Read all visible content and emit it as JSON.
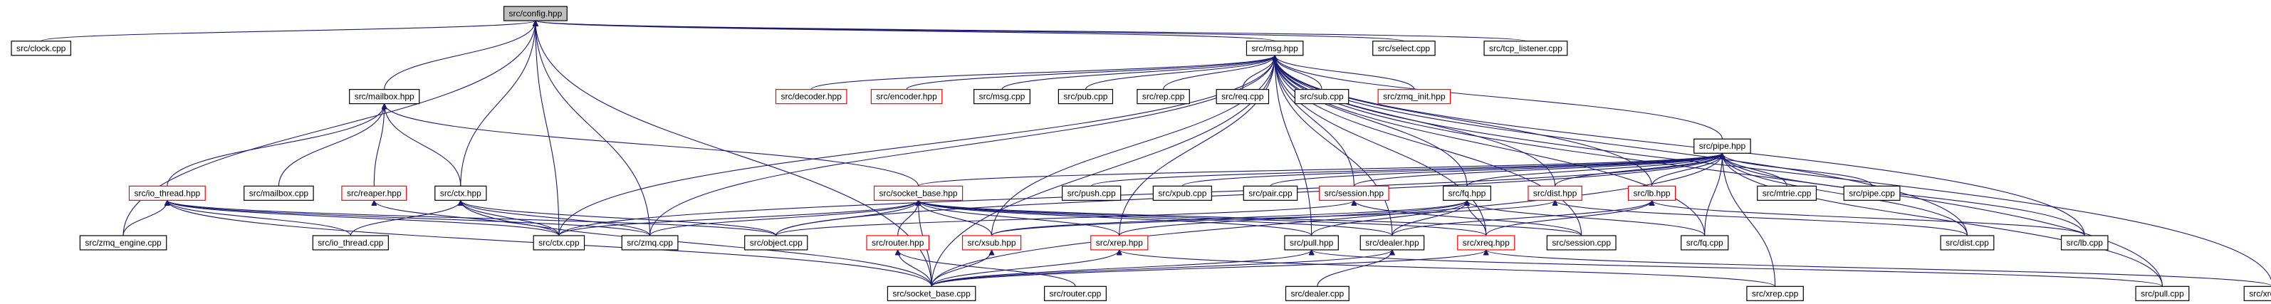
{
  "nodes": [
    {
      "id": "config",
      "label": "src/config.hpp",
      "root": true
    },
    {
      "id": "clock",
      "label": "src/clock.cpp"
    },
    {
      "id": "msg",
      "label": "src/msg.hpp"
    },
    {
      "id": "select",
      "label": "src/select.cpp"
    },
    {
      "id": "tcp_listener",
      "label": "src/tcp_listener.cpp"
    },
    {
      "id": "mailbox_hpp",
      "label": "src/mailbox.hpp"
    },
    {
      "id": "decoder_hpp",
      "label": "src/decoder.hpp",
      "red": true
    },
    {
      "id": "encoder_hpp",
      "label": "src/encoder.hpp",
      "red": true
    },
    {
      "id": "msg_cpp",
      "label": "src/msg.cpp"
    },
    {
      "id": "pub_cpp",
      "label": "src/pub.cpp"
    },
    {
      "id": "rep_cpp",
      "label": "src/rep.cpp"
    },
    {
      "id": "req_cpp",
      "label": "src/req.cpp"
    },
    {
      "id": "sub_cpp",
      "label": "src/sub.cpp"
    },
    {
      "id": "zmq_init",
      "label": "src/zmq_init.hpp",
      "red": true
    },
    {
      "id": "pipe_hpp",
      "label": "src/pipe.hpp"
    },
    {
      "id": "io_thread_hpp",
      "label": "src/io_thread.hpp",
      "red": true
    },
    {
      "id": "mailbox_cpp",
      "label": "src/mailbox.cpp"
    },
    {
      "id": "reaper_hpp",
      "label": "src/reaper.hpp",
      "red": true
    },
    {
      "id": "ctx_hpp",
      "label": "src/ctx.hpp"
    },
    {
      "id": "socket_base_hpp",
      "label": "src/socket_base.hpp",
      "red": true
    },
    {
      "id": "push_cpp",
      "label": "src/push.cpp"
    },
    {
      "id": "xpub_cpp",
      "label": "src/xpub.cpp"
    },
    {
      "id": "pair_cpp",
      "label": "src/pair.cpp"
    },
    {
      "id": "session_hpp",
      "label": "src/session.hpp",
      "red": true
    },
    {
      "id": "fq_hpp",
      "label": "src/fq.hpp"
    },
    {
      "id": "dist_hpp",
      "label": "src/dist.hpp",
      "red": true
    },
    {
      "id": "lb_hpp",
      "label": "src/lb.hpp",
      "red": true
    },
    {
      "id": "mtrie_cpp",
      "label": "src/mtrie.cpp"
    },
    {
      "id": "pipe_cpp",
      "label": "src/pipe.cpp"
    },
    {
      "id": "zmq_engine",
      "label": "src/zmq_engine.cpp"
    },
    {
      "id": "io_thread_cpp",
      "label": "src/io_thread.cpp"
    },
    {
      "id": "ctx_cpp",
      "label": "src/ctx.cpp"
    },
    {
      "id": "zmq_cpp",
      "label": "src/zmq.cpp"
    },
    {
      "id": "object_cpp",
      "label": "src/object.cpp"
    },
    {
      "id": "router_hpp",
      "label": "src/router.hpp",
      "red": true
    },
    {
      "id": "xsub_hpp",
      "label": "src/xsub.hpp",
      "red": true
    },
    {
      "id": "xrep_hpp",
      "label": "src/xrep.hpp",
      "red": true
    },
    {
      "id": "pull_hpp",
      "label": "src/pull.hpp"
    },
    {
      "id": "dealer_hpp",
      "label": "src/dealer.hpp"
    },
    {
      "id": "xreq_hpp",
      "label": "src/xreq.hpp",
      "red": true
    },
    {
      "id": "session_cpp",
      "label": "src/session.cpp"
    },
    {
      "id": "fq_cpp",
      "label": "src/fq.cpp"
    },
    {
      "id": "dist_cpp",
      "label": "src/dist.cpp"
    },
    {
      "id": "lb_cpp",
      "label": "src/lb.cpp"
    },
    {
      "id": "socket_base_cpp",
      "label": "src/socket_base.cpp"
    },
    {
      "id": "router_cpp",
      "label": "src/router.cpp"
    },
    {
      "id": "dealer_cpp",
      "label": "src/dealer.cpp"
    },
    {
      "id": "xrep_cpp",
      "label": "src/xrep.cpp"
    },
    {
      "id": "pull_cpp",
      "label": "src/pull.cpp"
    },
    {
      "id": "xreq_cpp",
      "label": "src/xreq.cpp"
    }
  ],
  "edges": [
    [
      "clock",
      "config"
    ],
    [
      "msg",
      "config"
    ],
    [
      "select",
      "config"
    ],
    [
      "tcp_listener",
      "config"
    ],
    [
      "mailbox_hpp",
      "config"
    ],
    [
      "ctx_hpp",
      "config"
    ],
    [
      "zmq_engine",
      "config"
    ],
    [
      "ctx_cpp",
      "config"
    ],
    [
      "zmq_cpp",
      "config"
    ],
    [
      "socket_base_cpp",
      "config"
    ],
    [
      "decoder_hpp",
      "msg"
    ],
    [
      "encoder_hpp",
      "msg"
    ],
    [
      "msg_cpp",
      "msg"
    ],
    [
      "pub_cpp",
      "msg"
    ],
    [
      "rep_cpp",
      "msg"
    ],
    [
      "req_cpp",
      "msg"
    ],
    [
      "sub_cpp",
      "msg"
    ],
    [
      "zmq_init",
      "msg"
    ],
    [
      "pipe_hpp",
      "msg"
    ],
    [
      "ctx_cpp",
      "msg"
    ],
    [
      "zmq_cpp",
      "msg"
    ],
    [
      "socket_base_cpp",
      "msg"
    ],
    [
      "xsub_hpp",
      "msg"
    ],
    [
      "xrep_hpp",
      "msg"
    ],
    [
      "pull_hpp",
      "msg"
    ],
    [
      "dealer_hpp",
      "msg"
    ],
    [
      "xreq_hpp",
      "msg"
    ],
    [
      "session_hpp",
      "msg"
    ],
    [
      "fq_hpp",
      "msg"
    ],
    [
      "dist_hpp",
      "msg"
    ],
    [
      "lb_hpp",
      "msg"
    ],
    [
      "fq_cpp",
      "msg"
    ],
    [
      "dist_cpp",
      "msg"
    ],
    [
      "lb_cpp",
      "msg"
    ],
    [
      "pull_cpp",
      "msg"
    ],
    [
      "xreq_cpp",
      "msg"
    ],
    [
      "session_cpp",
      "msg"
    ],
    [
      "io_thread_hpp",
      "mailbox_hpp"
    ],
    [
      "mailbox_cpp",
      "mailbox_hpp"
    ],
    [
      "reaper_hpp",
      "mailbox_hpp"
    ],
    [
      "ctx_hpp",
      "mailbox_hpp"
    ],
    [
      "socket_base_hpp",
      "mailbox_hpp"
    ],
    [
      "zmq_engine",
      "io_thread_hpp"
    ],
    [
      "io_thread_cpp",
      "io_thread_hpp"
    ],
    [
      "ctx_cpp",
      "io_thread_hpp"
    ],
    [
      "socket_base_cpp",
      "io_thread_hpp"
    ],
    [
      "zmq_cpp",
      "io_thread_hpp"
    ],
    [
      "object_cpp",
      "io_thread_hpp"
    ],
    [
      "ctx_cpp",
      "reaper_hpp"
    ],
    [
      "io_thread_cpp",
      "ctx_hpp"
    ],
    [
      "ctx_cpp",
      "ctx_hpp"
    ],
    [
      "zmq_cpp",
      "ctx_hpp"
    ],
    [
      "object_cpp",
      "ctx_hpp"
    ],
    [
      "socket_base_cpp",
      "ctx_hpp"
    ],
    [
      "ctx_cpp",
      "socket_base_hpp"
    ],
    [
      "zmq_cpp",
      "socket_base_hpp"
    ],
    [
      "object_cpp",
      "socket_base_hpp"
    ],
    [
      "router_hpp",
      "socket_base_hpp"
    ],
    [
      "xsub_hpp",
      "socket_base_hpp"
    ],
    [
      "xrep_hpp",
      "socket_base_hpp"
    ],
    [
      "pull_hpp",
      "socket_base_hpp"
    ],
    [
      "dealer_hpp",
      "socket_base_hpp"
    ],
    [
      "xreq_hpp",
      "socket_base_hpp"
    ],
    [
      "session_cpp",
      "socket_base_hpp"
    ],
    [
      "socket_base_cpp",
      "socket_base_hpp"
    ],
    [
      "push_cpp",
      "pipe_hpp"
    ],
    [
      "xpub_cpp",
      "pipe_hpp"
    ],
    [
      "pair_cpp",
      "pipe_hpp"
    ],
    [
      "session_hpp",
      "pipe_hpp"
    ],
    [
      "fq_hpp",
      "pipe_hpp"
    ],
    [
      "dist_hpp",
      "pipe_hpp"
    ],
    [
      "lb_hpp",
      "pipe_hpp"
    ],
    [
      "mtrie_cpp",
      "pipe_hpp"
    ],
    [
      "pipe_cpp",
      "pipe_hpp"
    ],
    [
      "ctx_cpp",
      "pipe_hpp"
    ],
    [
      "object_cpp",
      "pipe_hpp"
    ],
    [
      "fq_cpp",
      "pipe_hpp"
    ],
    [
      "dist_cpp",
      "pipe_hpp"
    ],
    [
      "lb_cpp",
      "pipe_hpp"
    ],
    [
      "socket_base_cpp",
      "pipe_hpp"
    ],
    [
      "xrep_cpp",
      "pipe_hpp"
    ],
    [
      "pull_cpp",
      "pipe_hpp"
    ],
    [
      "socket_base_hpp",
      "pipe_hpp"
    ],
    [
      "object_cpp",
      "session_hpp"
    ],
    [
      "session_cpp",
      "session_hpp"
    ],
    [
      "xsub_hpp",
      "fq_hpp"
    ],
    [
      "xrep_hpp",
      "fq_hpp"
    ],
    [
      "pull_hpp",
      "fq_hpp"
    ],
    [
      "dealer_hpp",
      "fq_hpp"
    ],
    [
      "xreq_hpp",
      "fq_hpp"
    ],
    [
      "fq_cpp",
      "fq_hpp"
    ],
    [
      "xsub_hpp",
      "dist_hpp"
    ],
    [
      "dist_cpp",
      "dist_hpp"
    ],
    [
      "xreq_hpp",
      "lb_hpp"
    ],
    [
      "dealer_hpp",
      "lb_hpp"
    ],
    [
      "lb_cpp",
      "lb_hpp"
    ],
    [
      "router_cpp",
      "router_hpp"
    ],
    [
      "socket_base_cpp",
      "router_hpp"
    ],
    [
      "socket_base_cpp",
      "xsub_hpp"
    ],
    [
      "socket_base_cpp",
      "xrep_hpp"
    ],
    [
      "xrep_cpp",
      "xrep_hpp"
    ],
    [
      "socket_base_cpp",
      "pull_hpp"
    ],
    [
      "pull_cpp",
      "pull_hpp"
    ],
    [
      "socket_base_cpp",
      "dealer_hpp"
    ],
    [
      "dealer_cpp",
      "dealer_hpp"
    ],
    [
      "socket_base_cpp",
      "xreq_hpp"
    ],
    [
      "xreq_cpp",
      "xreq_hpp"
    ]
  ]
}
